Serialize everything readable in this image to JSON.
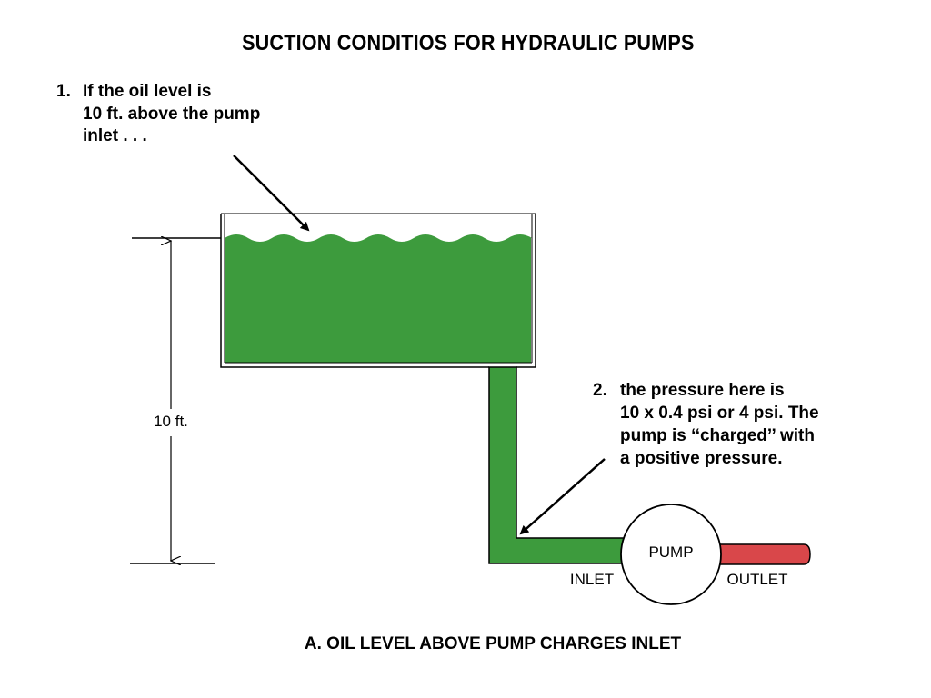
{
  "title": "SUCTION CONDITIOS FOR HYDRAULIC PUMPS",
  "note1": {
    "number": "1.",
    "lines": [
      "If the oil level is",
      "10 ft. above the pump",
      "inlet . . ."
    ]
  },
  "note2": {
    "number": "2.",
    "lines": [
      "the pressure here is",
      "10 x 0.4 psi or 4 psi. The",
      "pump is ‘‘charged’’ with",
      "a positive pressure."
    ]
  },
  "dimension_label": "10 ft.",
  "pump_label": "PUMP",
  "inlet_label": "INLET",
  "outlet_label": "OUTLET",
  "caption": "A. OIL LEVEL ABOVE PUMP CHARGES INLET",
  "colors": {
    "oil": "#3d9b3d",
    "outlet_fluid": "#d9474a",
    "line": "#000000"
  }
}
